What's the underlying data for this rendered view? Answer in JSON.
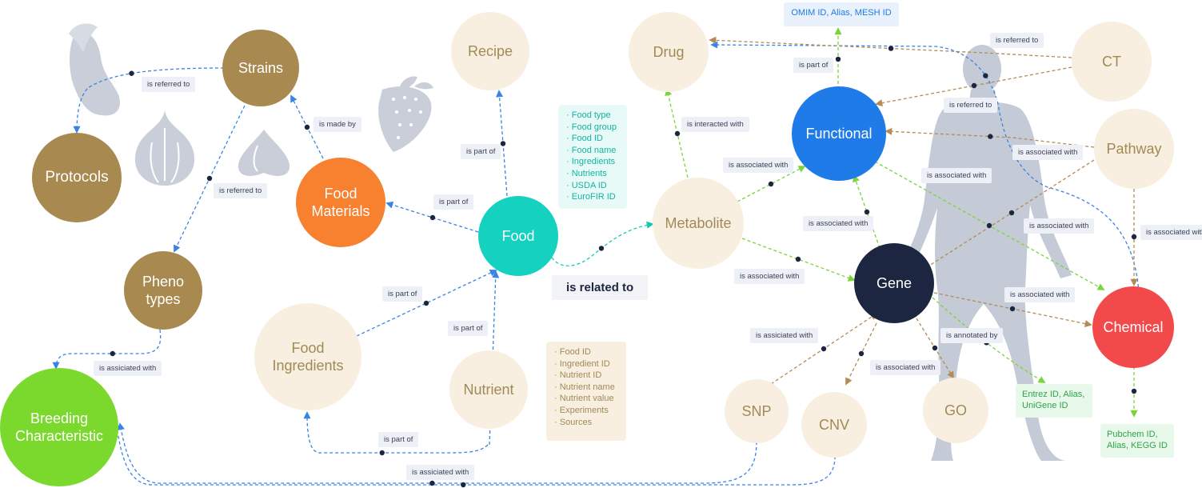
{
  "nodes": {
    "strains": "Strains",
    "protocols": "Protocols",
    "pheno_types": "Pheno\ntypes",
    "breeding": "Breeding\nCharacteristic",
    "food_materials": "Food\nMaterials",
    "recipe": "Recipe",
    "food": "Food",
    "food_ingredients": "Food\nIngredients",
    "nutrient": "Nutrient",
    "metabolite": "Metabolite",
    "drug": "Drug",
    "functional": "Functional",
    "ct": "CT",
    "pathway": "Pathway",
    "gene": "Gene",
    "chemical": "Chemical",
    "snp": "SNP",
    "cnv": "CNV",
    "go": "GO"
  },
  "edge_labels": {
    "strains_protocols": "is referred to",
    "strains_pheno": "is referred to",
    "made_by": "is made by",
    "pheno_breeding": "is assiciated with",
    "food_recipe": "is part of",
    "food_materials": "is part of",
    "ingredients_food": "is part of",
    "nutrient_food": "is part of",
    "nutrient_ingredients": "is part of",
    "breeding_bottom": "is assiciated with",
    "food_metabolite": "is related to",
    "metabolite_drug": "is interacted with",
    "metabolite_functional": "is associated with",
    "functional_drug": "is part of",
    "ct_drug": "is referred to",
    "ct_functional": "is referred to",
    "pathway_functional": "is associated with",
    "functional_chemical": "is associated with",
    "gene_functional": "is associated with",
    "metabolite_gene": "is associated with",
    "pathway_gene": "is associated with",
    "gene_chemical": "is associated with",
    "ct_chemical": "is associated with",
    "snp_gene": "is assiciated with",
    "cnv_gene": "is associated with",
    "go_gene": "is annotated by"
  },
  "food_attributes": [
    "Food type",
    "Food group",
    "Food ID",
    "Food name",
    "Ingredients",
    "Nutrients",
    "USDA ID",
    "EuroFIR ID"
  ],
  "nutrient_attributes": [
    "Food ID",
    "Ingredient ID",
    "Nutrient ID",
    "Nutrient name",
    "Nutrient value",
    "Experiments",
    "Sources"
  ],
  "id_boxes": {
    "functional_ids": "OMIM ID, Alias, MESH ID",
    "gene_ids": "Entrez ID, Alias,\nUniGene ID",
    "chemical_ids": "Pubchem ID,\nAlias, KEGG ID"
  },
  "colors": {
    "olive": "#a8894f",
    "orange": "#f7812f",
    "teal": "#14d2bf",
    "cream": "#f8efe0",
    "cream_text": "#a08a56",
    "green": "#7bd82c",
    "blue": "#1e7be8",
    "navy": "#1d2640",
    "red": "#f24a4b",
    "edge_blue": "#3a83e6",
    "edge_green": "#7ad43a",
    "edge_brown": "#b48a55",
    "edge_teal": "#14c9b4",
    "silhouette": "#c4cbd6"
  },
  "decor_icons": [
    "eggplant-icon",
    "garlic-icon",
    "garlic-clove-icon",
    "strawberry-icon",
    "human-body-icon"
  ]
}
